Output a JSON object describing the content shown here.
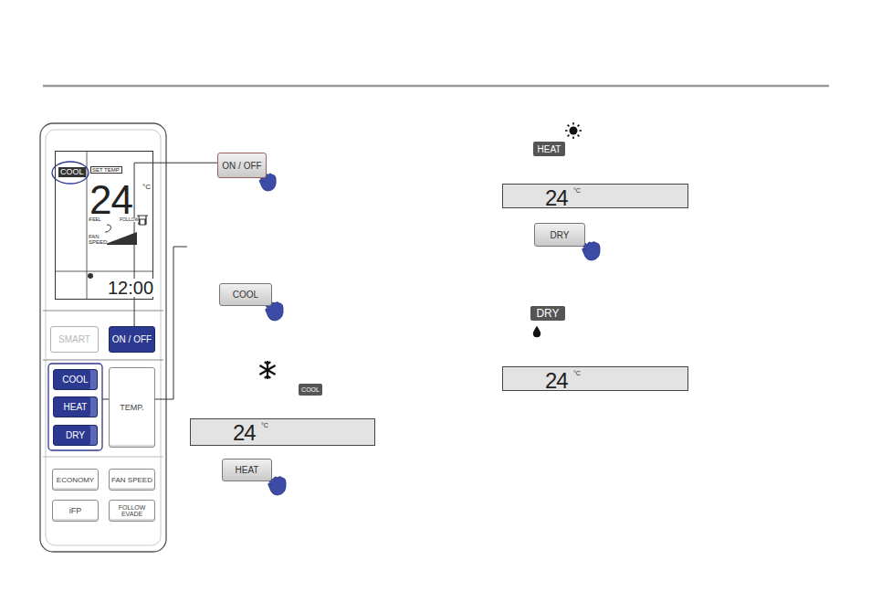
{
  "diagram": {
    "nodes": [
      {
        "text": [
          "COOL",
          "SET TEMP.",
          "24",
          "°C",
          "iFEEL",
          "FOLLOW",
          "FAN SPEED",
          "12:00"
        ]
      },
      {
        "text": [
          "SMART"
        ]
      },
      {
        "text": [
          "ON / OFF"
        ]
      },
      {
        "text": [
          "COOL"
        ]
      },
      {
        "text": [
          "HEAT"
        ]
      },
      {
        "text": [
          "DRY"
        ]
      },
      {
        "text": [
          "TEMP."
        ]
      },
      {
        "text": [
          "ECONOMY"
        ]
      },
      {
        "text": [
          "FAN SPEED"
        ]
      },
      {
        "text": [
          "iFP"
        ]
      },
      {
        "text": [
          "FOLLOW EVADE"
        ]
      },
      {
        "text": [
          "ON / OFF"
        ]
      },
      {
        "text": [
          "COOL"
        ]
      },
      {
        "text": [
          "COOL"
        ]
      },
      {
        "text": [
          "24",
          "°C"
        ]
      },
      {
        "text": [
          "HEAT"
        ]
      },
      {
        "text": [
          "HEAT"
        ]
      },
      {
        "text": [
          "24",
          "°C"
        ]
      },
      {
        "text": [
          "DRY"
        ]
      },
      {
        "text": [
          "DRY"
        ]
      },
      {
        "text": [
          "24",
          "°C"
        ]
      }
    ],
    "edges": [
      {
        "from": 2,
        "to": 11,
        "arrow": "none"
      }
    ]
  }
}
